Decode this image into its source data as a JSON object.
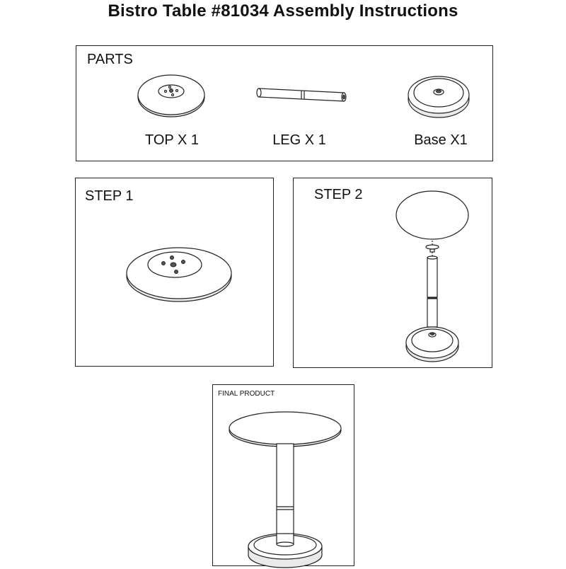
{
  "document": {
    "title": "Bistro Table #81034 Assembly Instructions"
  },
  "parts": {
    "heading": "PARTS",
    "items": [
      {
        "label": "TOP X 1",
        "icon": "table-top-icon"
      },
      {
        "label": "LEG X 1",
        "icon": "table-leg-icon"
      },
      {
        "label": "Base X1",
        "icon": "table-base-icon"
      }
    ]
  },
  "step1": {
    "heading": "STEP 1"
  },
  "step2": {
    "heading": "STEP 2"
  },
  "final": {
    "heading": "FINAL PRODUCT"
  }
}
